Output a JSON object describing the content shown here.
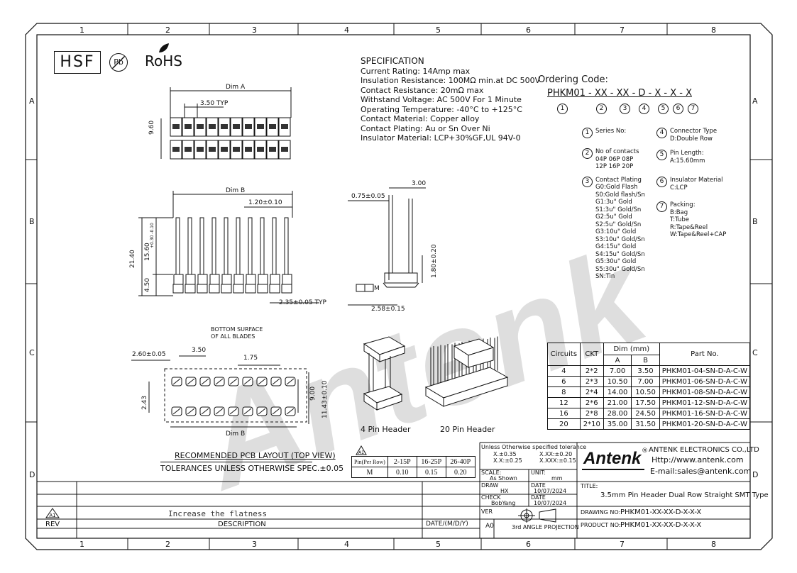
{
  "frame": {
    "columns": [
      "1",
      "2",
      "3",
      "4",
      "5",
      "6",
      "7",
      "8"
    ],
    "rows": [
      "A",
      "B",
      "C",
      "D"
    ]
  },
  "logos": {
    "hsf": "HSF",
    "pb": "Pb",
    "rohs": "RoHS",
    "watermark": "Antenk"
  },
  "specification": {
    "title": "SPECIFICATION",
    "lines": [
      "Current Rating: 14Amp max",
      "Insulation Resistance: 100MΩ min.at DC 500V",
      "Contact Resistance: 20mΩ max",
      "Withstand Voltage: AC 500V For 1 Minute",
      "Operating Temperature: -40°C to +125°C",
      "Contact Material: Copper alloy",
      "Contact Plating: Au or Sn Over Ni",
      "Insulator Material: LCP+30%GF,UL 94V-0"
    ]
  },
  "ordering": {
    "title": "Ordering Code:",
    "code": "PHKM01 - XX - XX - D - X - X - X",
    "nums": [
      "1",
      "2",
      "3",
      "4",
      "5",
      "6",
      "7"
    ],
    "left": [
      {
        "n": "1",
        "lines": [
          "Series No:"
        ]
      },
      {
        "n": "2",
        "lines": [
          "No of contacts",
          "04P 06P 08P",
          "12P 16P 20P"
        ]
      },
      {
        "n": "3",
        "lines": [
          "Contact Plating",
          "G0:Gold Flash",
          "S0:Gold flash/Sn",
          "G1:3u\" Gold",
          "S1:3u\" Gold/Sn",
          "G2:5u\" Gold",
          "S2:5u\" Gold/Sn",
          "G3:10u\" Gold",
          "S3:10u\" Gold/Sn",
          "G4:15u\" Gold",
          "S4:15u\" Gold/Sn",
          "G5:30u\" Gold",
          "S5:30u\" Gold/Sn",
          "SN:Tin"
        ]
      }
    ],
    "right": [
      {
        "n": "4",
        "lines": [
          "Connector Type",
          "D:Double Row"
        ]
      },
      {
        "n": "5",
        "lines": [
          "Pin Length:",
          "A:15.60mm"
        ]
      },
      {
        "n": "6",
        "lines": [
          "Insulator Material",
          "C:LCP"
        ]
      },
      {
        "n": "7",
        "lines": [
          "Packing:",
          "B:Bag",
          "T:Tube",
          "R:Tape&Reel",
          "W:Tape&Reel+CAP"
        ]
      }
    ]
  },
  "dims": {
    "dim_a": "Dim A",
    "typ350": "3.50 TYP",
    "h960": "9.60",
    "dim_b": "Dim B",
    "pitch120": "1.20±0.10",
    "h2140": "21.40",
    "h1560": "15.60",
    "tol1560": "+0.30 -0.10",
    "h450": "4.50",
    "w235": "2.35±0.05 TYP",
    "side075": "0.75±0.05",
    "side300": "3.00",
    "side180": "1.80±0.20",
    "side258": "2.58±0.15",
    "flat_m": "M",
    "bottom_note": "BOTTOM SURFACE\nOF ALL BLADES",
    "pcb260": "2.60±0.05",
    "pcb350": "3.50",
    "pcb175": "1.75",
    "pcb243": "2.43",
    "pcb900": "9.00",
    "pcb1143": "11.43±0.10",
    "pcb_dimb": "Dim B",
    "pcb_title": "RECOMMENDED PCB LAYOUT (TOP VIEW)",
    "tolerance": "TOLERANCES UNLESS OTHERWISE SPEC.±0.05"
  },
  "views": {
    "four": "4 Pin Header",
    "twenty": "20 Pin Header"
  },
  "circuits": {
    "headers": [
      "Circuits",
      "CKT",
      "Dim (mm)",
      "Part No.",
      "A",
      "B"
    ],
    "rows": [
      [
        "4",
        "2*2",
        "7.00",
        "3.50",
        "PHKM01-04-SN-D-A-C-W"
      ],
      [
        "6",
        "2*3",
        "10.50",
        "7.00",
        "PHKM01-06-SN-D-A-C-W"
      ],
      [
        "8",
        "2*4",
        "14.00",
        "10.50",
        "PHKM01-08-SN-D-A-C-W"
      ],
      [
        "12",
        "2*6",
        "21.00",
        "17.50",
        "PHKM01-12-SN-D-A-C-W"
      ],
      [
        "16",
        "2*8",
        "28.00",
        "24.50",
        "PHKM01-16-SN-D-A-C-W"
      ],
      [
        "20",
        "2*10",
        "35.00",
        "31.50",
        "PHKM01-20-SN-D-A-C-W"
      ]
    ]
  },
  "flat_table": {
    "tri": "A1",
    "row1": [
      "Pin(Per Row)",
      "2-15P",
      "16-25P",
      "26-40P"
    ],
    "row2": [
      "M",
      "0.10",
      "0.15",
      "0.20"
    ]
  },
  "title_block": {
    "tol_head": "Unless Otherwise specified tolerance",
    "tol1": "X.±0.35",
    "tol2": "X.XX:±0.20",
    "tol3": "X.X:±0.25",
    "tol4": "X.XXX:±0.15",
    "scale_l": "SCALE:",
    "scale_v": "As Shown",
    "unit_l": "UNIT:",
    "unit_v": "mm",
    "draw_l": "DRAW",
    "draw_v": "HX",
    "date_l": "DATE",
    "date1": "10/07/2024",
    "check_l": "CHECK",
    "check_v": "BobYang",
    "date2": "10/07/2024",
    "ver_l": "VER",
    "ver_v": "A0",
    "proj": "3rd ANGLE PROJECTION",
    "company": "ANTENK ELECTRONICS CO.,LTD",
    "http": "Http://www.antenk.com",
    "email": "E-mail:sales@antenk.com",
    "brand": "Antenk",
    "title_l": "TITLE:",
    "title_v": "3.5mm Pin Header Dual Row Straight SMT Type",
    "drawing_l": "DRAWING NO:",
    "drawing_v": "PHKM01-XX-XX-D-X-X-X",
    "product_l": "PRODUCT NO:",
    "product_v": "PHKM01-XX-XX-D-X-X-X"
  },
  "revision": {
    "tri": "A1",
    "desc": "Increase the flatness",
    "rev_l": "REV",
    "desc_l": "DESCRIPTION",
    "date_l": "DATE/(M/D/Y)"
  }
}
